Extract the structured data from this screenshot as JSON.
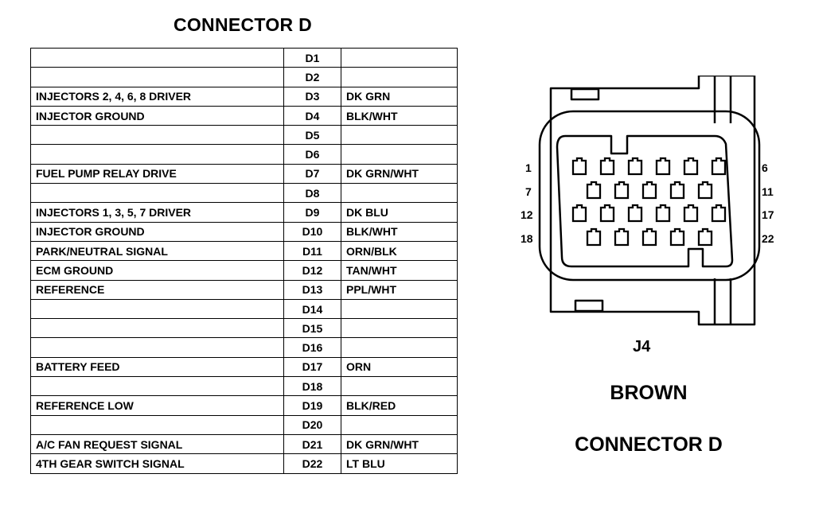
{
  "left_title": "CONNECTOR D",
  "rows": [
    {
      "function": "",
      "pin": "D1",
      "color": ""
    },
    {
      "function": "",
      "pin": "D2",
      "color": ""
    },
    {
      "function": "INJECTORS 2, 4, 6, 8 DRIVER",
      "pin": "D3",
      "color": "DK GRN"
    },
    {
      "function": "INJECTOR GROUND",
      "pin": "D4",
      "color": "BLK/WHT"
    },
    {
      "function": "",
      "pin": "D5",
      "color": ""
    },
    {
      "function": "",
      "pin": "D6",
      "color": ""
    },
    {
      "function": "FUEL PUMP RELAY DRIVE",
      "pin": "D7",
      "color": "DK GRN/WHT"
    },
    {
      "function": "",
      "pin": "D8",
      "color": ""
    },
    {
      "function": "INJECTORS 1, 3, 5, 7 DRIVER",
      "pin": "D9",
      "color": "DK BLU"
    },
    {
      "function": "INJECTOR GROUND",
      "pin": "D10",
      "color": "BLK/WHT"
    },
    {
      "function": "PARK/NEUTRAL SIGNAL",
      "pin": "D11",
      "color": "ORN/BLK"
    },
    {
      "function": "ECM GROUND",
      "pin": "D12",
      "color": "TAN/WHT"
    },
    {
      "function": "REFERENCE",
      "pin": "D13",
      "color": "PPL/WHT"
    },
    {
      "function": "",
      "pin": "D14",
      "color": ""
    },
    {
      "function": "",
      "pin": "D15",
      "color": ""
    },
    {
      "function": "",
      "pin": "D16",
      "color": ""
    },
    {
      "function": "BATTERY FEED",
      "pin": "D17",
      "color": "ORN"
    },
    {
      "function": "",
      "pin": "D18",
      "color": ""
    },
    {
      "function": "REFERENCE LOW",
      "pin": "D19",
      "color": "BLK/RED"
    },
    {
      "function": "",
      "pin": "D20",
      "color": ""
    },
    {
      "function": "A/C FAN REQUEST SIGNAL",
      "pin": "D21",
      "color": "DK GRN/WHT"
    },
    {
      "function": "4TH GEAR SWITCH SIGNAL",
      "pin": "D22",
      "color": "LT BLU"
    }
  ],
  "connector": {
    "pin_labels_left": [
      "1",
      "7",
      "12",
      "18"
    ],
    "pin_labels_right": [
      "6",
      "11",
      "17",
      "22"
    ],
    "cavity_rows": [
      6,
      5,
      6,
      5
    ],
    "id": "J4",
    "color_name": "BROWN",
    "title": "CONNECTOR D"
  }
}
